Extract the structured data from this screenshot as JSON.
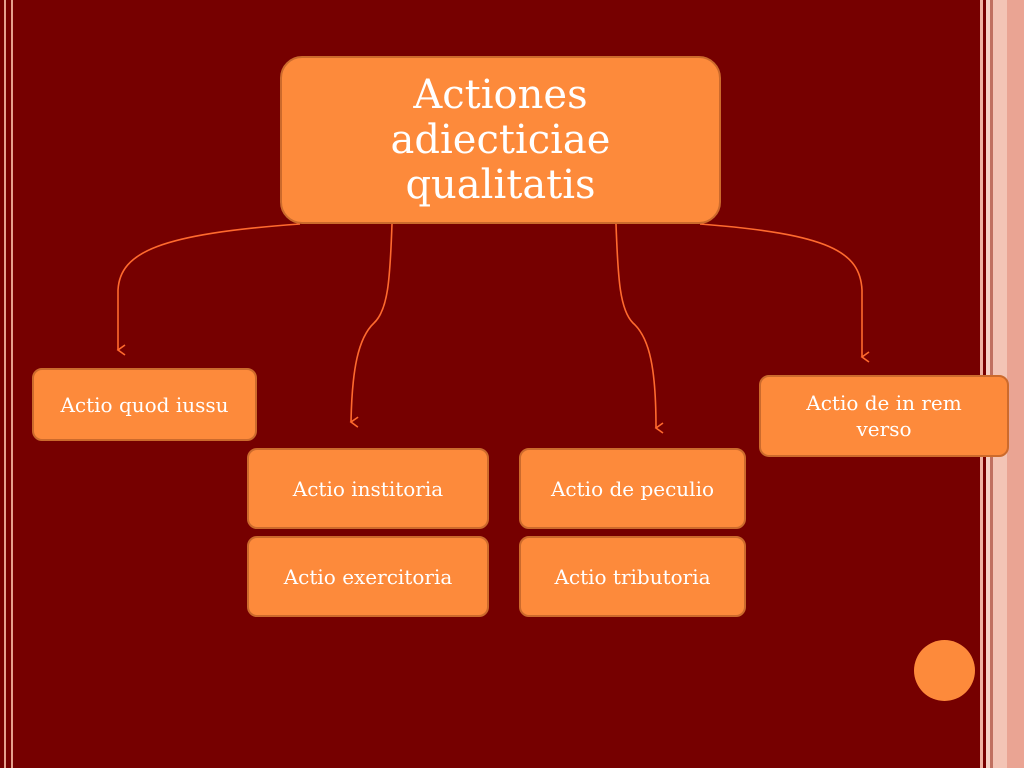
{
  "diagram": {
    "root": {
      "label": "Actiones adiecticiae qualitatis"
    },
    "children": {
      "iussu": {
        "label": "Actio quod iussu"
      },
      "institoria": {
        "label": "Actio institoria"
      },
      "exercitoria": {
        "label": "Actio exercitoria"
      },
      "peculio": {
        "label": "Actio de peculio"
      },
      "tributoria": {
        "label": "Actio tributoria"
      },
      "in_rem_verso": {
        "label": "Actio de in rem verso"
      }
    }
  },
  "colors": {
    "background": "#760000",
    "box_fill": "#fd8a3b",
    "box_border": "#cc6a2c",
    "connector": "#ff6a2e",
    "frame_accent": "#e6a08d"
  }
}
